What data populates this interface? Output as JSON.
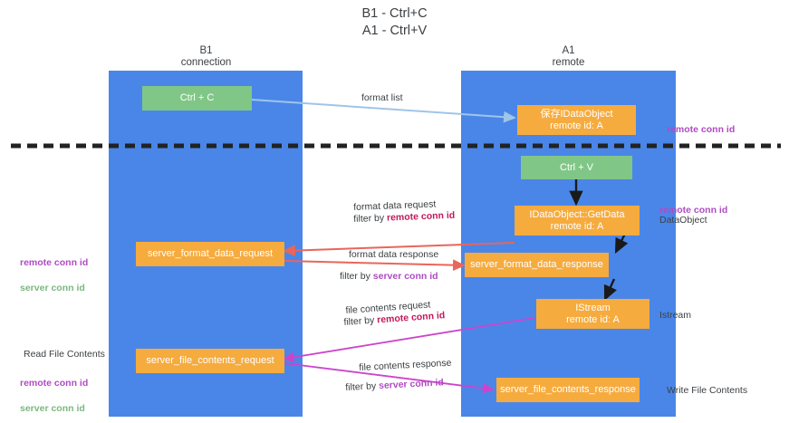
{
  "title": "B1 - Ctrl+C\nA1 - Ctrl+V",
  "columns": [
    {
      "name": "left-column",
      "label": "B1\nconnection"
    },
    {
      "name": "right-column",
      "label": "A1\nremote"
    }
  ],
  "nodes": {
    "ctrl_c": "Ctrl + C",
    "ctrl_v": "Ctrl + V",
    "save_idataobject": "保存IDataObject\nremote id: A",
    "idataobject_getdata": "IDataObject::GetData\nremote id: A",
    "istream": "IStream\nremote id: A",
    "server_format_data_request": "server_format_data_request",
    "server_format_data_response": "server_format_data_response",
    "server_file_contents_request": "server_file_contents_request",
    "server_file_contents_response": "server_file_contents_response"
  },
  "edges": {
    "format_list": "format list",
    "format_data_request": "format data request",
    "format_data_request_filter_prefix": "filter by ",
    "format_data_request_filter_key": "remote conn id",
    "format_data_response": "format data response",
    "format_data_response_filter_prefix": "filter by ",
    "format_data_response_filter_key": "server conn id",
    "file_contents_request": "file contents request",
    "file_contents_request_filter_prefix": "filter by ",
    "file_contents_request_filter_key": "remote conn id",
    "file_contents_response": "file contents response",
    "file_contents_response_filter_prefix": "filter by ",
    "file_contents_response_filter_key": "server conn id"
  },
  "right_labels": {
    "remote_conn_id_top": "remote conn id",
    "remote_conn_id_mid": "remote conn id",
    "dataobject": "DataObject",
    "istream": "Istream",
    "write_file_contents": "Write File Contents"
  },
  "left_labels": {
    "key_mid_remote": "remote conn id",
    "key_mid_server": "server conn id",
    "read_file_contents": "Read File Contents",
    "key_bottom_remote": "remote conn id",
    "key_bottom_server": "server conn id"
  },
  "colors": {
    "lane": "#4a86e8",
    "node_orange": "#f6ab3e",
    "node_green": "#80c787",
    "divider": "#222222",
    "arrow_blue": "#9fc5e8",
    "arrow_red": "#e8665a",
    "arrow_magenta": "#cc44cc",
    "arrow_dark": "#1a1a1a",
    "key_remote": "#b04bc4",
    "key_server": "#7cb87f"
  }
}
